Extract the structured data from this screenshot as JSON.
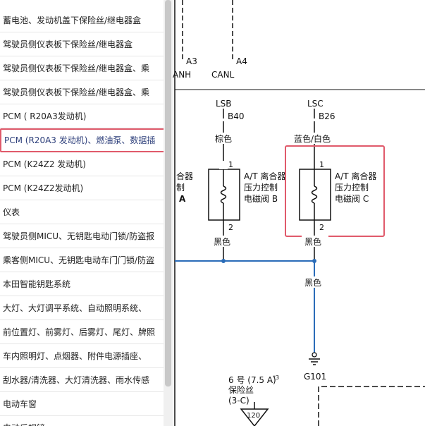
{
  "nav": {
    "items": [
      {
        "label": "蓄电池、发动机盖下保险丝/继电器盒"
      },
      {
        "label": "驾驶员侧仪表板下保险丝/继电器盒"
      },
      {
        "label": "驾驶员侧仪表板下保险丝/继电器盒、乘"
      },
      {
        "label": "驾驶员侧仪表板下保险丝/继电器盒、乘"
      },
      {
        "label": "PCM ( R20A3发动机)"
      },
      {
        "label": "PCM (R20A3 发动机)、燃油泵、数据插"
      },
      {
        "label": "PCM (K24Z2 发动机)"
      },
      {
        "label": "PCM (K24Z2发动机)"
      },
      {
        "label": "仪表"
      },
      {
        "label": "驾驶员侧MICU、无钥匙电动门锁/防盗报"
      },
      {
        "label": "乘客侧MICU、无钥匙电动车门门锁/防盗"
      },
      {
        "label": "本田智能钥匙系统"
      },
      {
        "label": "大灯、大灯调平系统、自动照明系统、"
      },
      {
        "label": "前位置灯、前雾灯、后雾灯、尾灯、牌照"
      },
      {
        "label": "车内照明灯、点烟器、附件电源插座、"
      },
      {
        "label": "刮水器/清洗器、大灯清洗器、雨水传感"
      },
      {
        "label": "电动车窗"
      },
      {
        "label": "电动后视镜"
      }
    ],
    "selected_index": 5
  },
  "diagram": {
    "pins": {
      "a3": "A3",
      "a4": "A4",
      "b40": "B40",
      "b26": "B26"
    },
    "signals": {
      "canh": "ANH",
      "canl": "CANL",
      "lsb": "LSB",
      "lsc": "LSC"
    },
    "wires": {
      "brown": "棕色",
      "blue_white": "蓝色/白色",
      "black_b": "黑色",
      "black_c": "黑色",
      "black_main": "黑色"
    },
    "pin_num": {
      "b1": "1",
      "b2": "2",
      "c1": "1",
      "c2": "2"
    },
    "solenoid_a": {
      "line1": "合器",
      "line2": "制",
      "line3": "A"
    },
    "solenoid_b": {
      "line1": "A/T 离合器",
      "line2": "压力控制",
      "line3": "电磁阀 B"
    },
    "solenoid_c": {
      "line1": "A/T 离合器",
      "line2": "压力控制",
      "line3": "电磁阀 C"
    },
    "ground": "G101",
    "fuse": {
      "line1": "6 号 (7.5 A)",
      "sup": "*3",
      "line2": "保险丝",
      "line3": "(3-C)"
    },
    "fuse_ref": "120",
    "colors": {
      "wire_blue": "#2a6cb8",
      "highlight": "#e05a6b",
      "line": "#111111"
    }
  }
}
